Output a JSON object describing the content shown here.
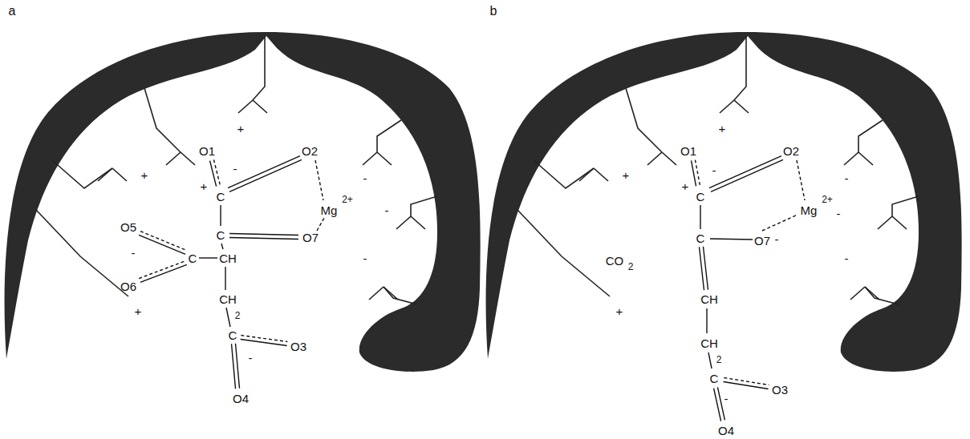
{
  "diagram": {
    "labels": [
      "a",
      "+",
      "O1",
      "O2",
      "-",
      "+",
      "+",
      "C",
      "Mg",
      "2+",
      "-",
      "-",
      "C",
      "O7",
      "-",
      "O5",
      "-",
      "C",
      "CH",
      "O6",
      "+",
      "CH",
      "2",
      "C",
      "O3",
      "-",
      "O4",
      "b",
      "+",
      "O1",
      "O2",
      "-",
      "+",
      "+",
      "C",
      "Mg",
      "2+",
      "-",
      "-",
      "C",
      "O7",
      "-",
      "-",
      "CO",
      "2",
      "CH",
      "CH",
      "2",
      "C",
      "O3",
      "-",
      "O4",
      "+"
    ]
  }
}
